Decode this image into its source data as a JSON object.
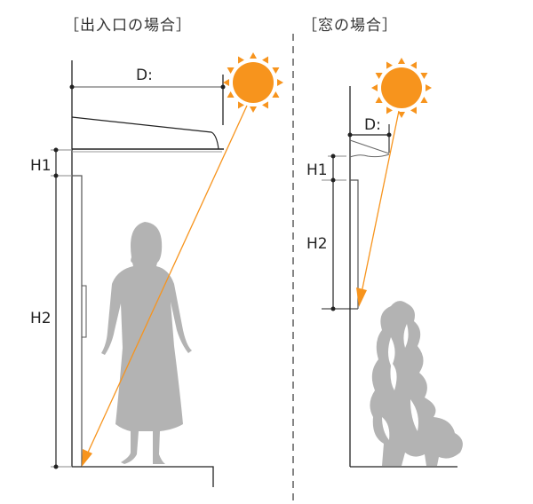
{
  "titles": {
    "entrance": "［出入口の場合］",
    "window": "［窓の場合］"
  },
  "labels": {
    "depth": "D:",
    "h1": "H1",
    "h2": "H2"
  },
  "colors": {
    "sun": "#f7941d",
    "line": "#222222",
    "silhouette": "#b3b3b3"
  }
}
